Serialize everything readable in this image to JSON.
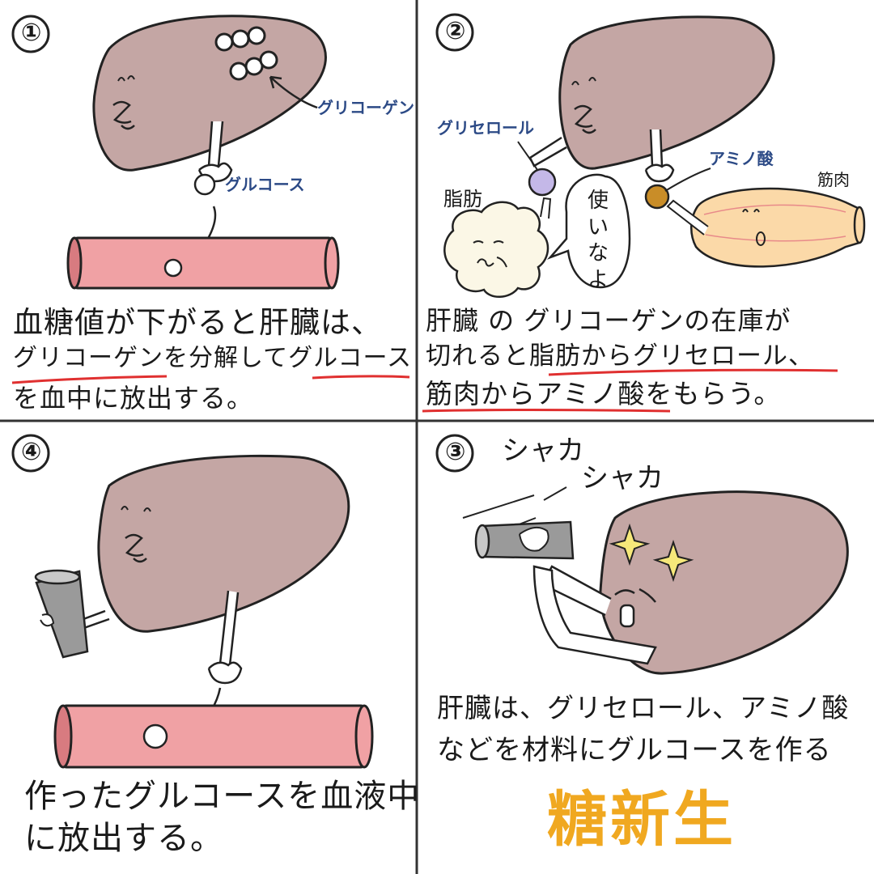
{
  "colors": {
    "liver": "#c4a6a4",
    "vessel": "#f0a1a4",
    "underline": "#e03030",
    "label_blue": "#2c4a86",
    "emphasis_orange": "#f0a820",
    "muscle": "#fbd9a8",
    "fat": "#fbf7e6",
    "glycerol_ball": "#c4b8e8",
    "amino_ball": "#c98d28",
    "cup": "#9a9a9a",
    "sparkle": "#f6e87a"
  },
  "panel1": {
    "number": "①",
    "label_glycogen": "グリコーゲン",
    "label_glucose": "グルコース",
    "caption_line1": "血糖値が下がると肝臓は、",
    "caption_line2": "グリコーゲンを分解してグルコース",
    "caption_line3": "を血中に放出する。"
  },
  "panel2": {
    "number": "②",
    "label_glycerol": "グリセロール",
    "label_amino": "アミノ酸",
    "label_fat": "脂肪",
    "label_muscle": "筋肉",
    "speech": "使いなよ",
    "caption_line1": "肝臓 の グリコーゲンの在庫が",
    "caption_line2": "切れると脂肪からグリセロール、",
    "caption_line3": "筋肉からアミノ酸をもらう。"
  },
  "panel3": {
    "number": "③",
    "sfx1": "シャカ",
    "sfx2": "シャカ",
    "caption_line1": "肝臓は、グリセロール、アミノ酸",
    "caption_line2": "などを材料にグルコースを作る",
    "emphasis": "糖新生"
  },
  "panel4": {
    "number": "④",
    "caption_line1": "作ったグルコースを血液中",
    "caption_line2": "に放出する。"
  }
}
